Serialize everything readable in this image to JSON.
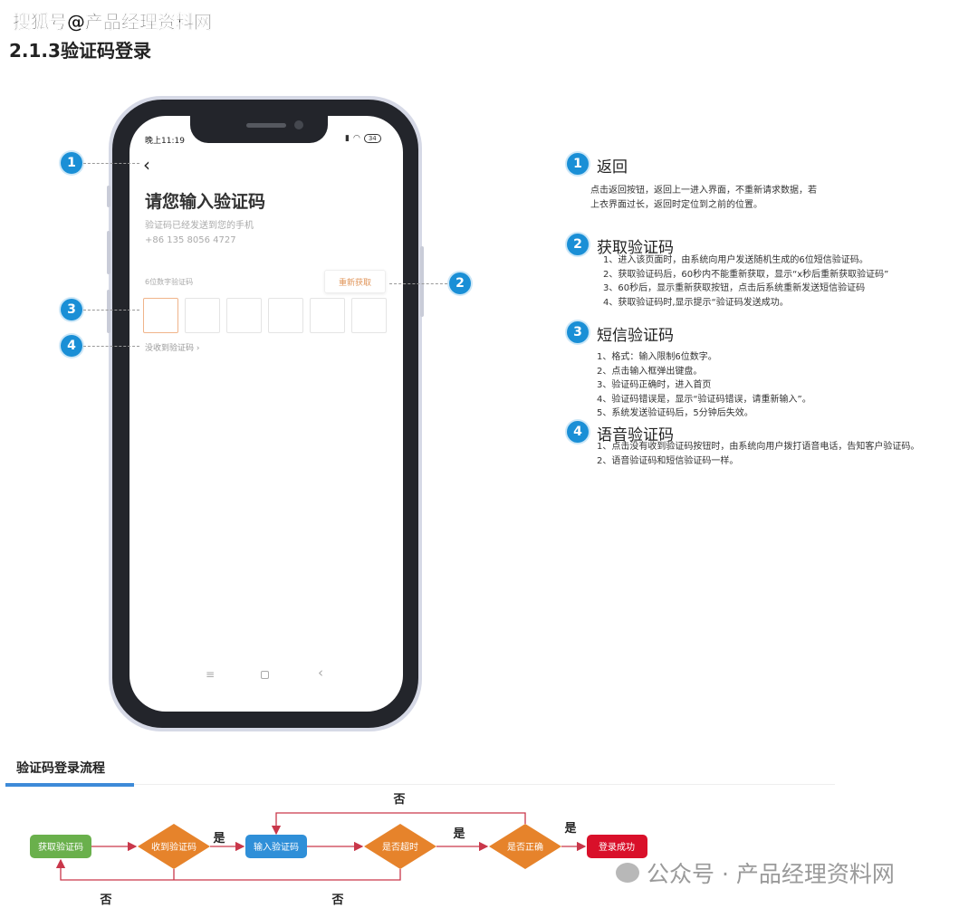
{
  "watermark_top": "搜狐号@产品经理资料网",
  "heading": "2.1.3验证码登录",
  "phone": {
    "time": "晚上11:19",
    "battery": "34",
    "title": "请您输入验证码",
    "subtitle": "验证码已经发送到您的手机",
    "phone_number": "+86 135 8056 4727",
    "code_label": "6位数字验证码",
    "resend_label": "重新获取",
    "no_code_link": "没收到验证码 ›"
  },
  "callouts": [
    "1",
    "2",
    "3",
    "4"
  ],
  "sections": [
    {
      "num": "1",
      "title": "返回",
      "lines": [
        "点击返回按钮，返回上一进入界面，不重新请求数据，若",
        "上衣界面过长，返回时定位到之前的位置。"
      ]
    },
    {
      "num": "2",
      "title": "获取验证码",
      "lines": [
        "1、进入该页面时，由系统向用户发送随机生成的6位短信验证码。",
        "2、获取验证码后，60秒内不能重新获取，显示“x秒后重新获取验证码”",
        "3、60秒后，显示重新获取按钮，点击后系统重新发送短信验证码",
        "4、获取验证码时,显示提示“验证码发送成功。"
      ]
    },
    {
      "num": "3",
      "title": "短信验证码",
      "lines": [
        "1、格式：输入限制6位数字。",
        "2、点击输入框弹出键盘。",
        "3、验证码正确时，进入首页",
        "4、验证码错误是，显示“验证码错误，请重新输入”。",
        "5、系统发送验证码后，5分钟后失效。"
      ]
    },
    {
      "num": "4",
      "title": "语音验证码",
      "lines": [
        "1、点击没有收到验证码按钮时，由系统向用户拨打语音电话，告知客户验证码。",
        "2、语音验证码和短信验证码一样。"
      ]
    }
  ],
  "flow": {
    "title": "验证码登录流程",
    "nodes": {
      "get": "获取验证码",
      "received": "收到验证码",
      "input": "输入验证码",
      "timeout": "是否超时",
      "correct": "是否正确",
      "success": "登录成功"
    },
    "yes": "是",
    "no": "否",
    "colors": {
      "green": "#6ab04c",
      "orange": "#e6832b",
      "blue": "#2f8fd8",
      "red": "#d9102a",
      "line": "#c9374a",
      "accent": "#3d8ad8"
    }
  },
  "watermark_bottom": "公众号 · 产品经理资料网"
}
